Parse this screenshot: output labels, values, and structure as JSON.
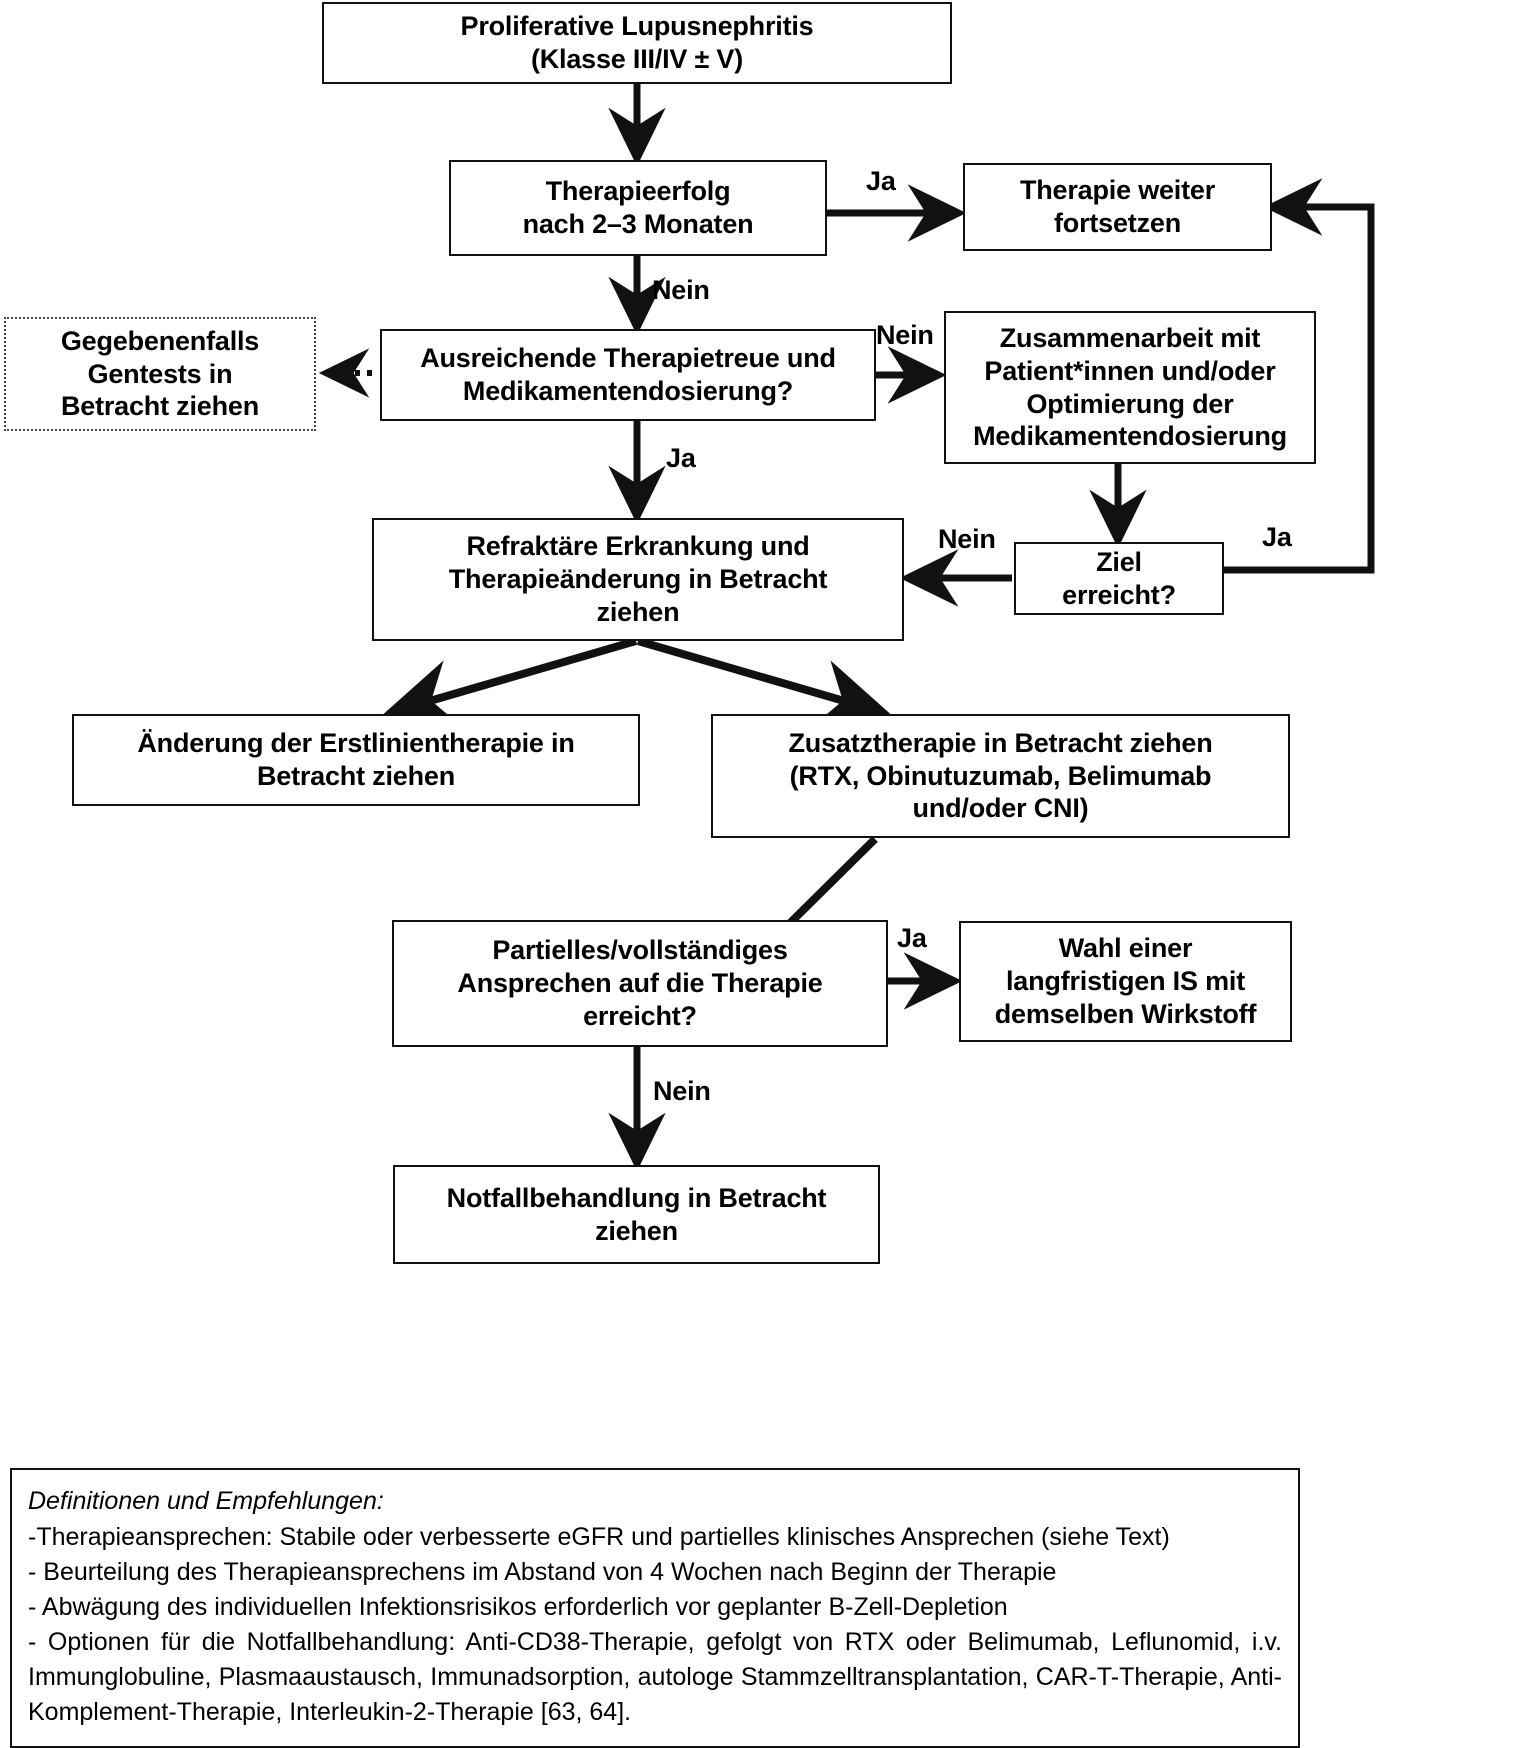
{
  "diagram": {
    "title": "Behandlungsalgorithmus proliferative Lupusnephritis",
    "nodes": {
      "start": "Proliferative Lupusnephritis\n(Klasse III/IV ± V)",
      "therapieerfolg": "Therapieerfolg\nnach 2–3 Monaten",
      "therapie_weiter": "Therapie weiter\nfortsetzen",
      "gentests": "Gegebenenfalls\nGentests in\nBetracht ziehen",
      "therapietreue": "Ausreichende Therapietreue und\nMedikamentendosierung?",
      "zusammenarbeit": "Zusammenarbeit mit\nPatient*innen und/oder\nOptimierung der\nMedikamentendosierung",
      "refraktaer": "Refraktäre Erkrankung und\nTherapieänderung in Betracht\nziehen",
      "ziel": "Ziel\nerreicht?",
      "erstlinie": "Änderung der Erstlinientherapie in\nBetracht ziehen",
      "zusatztherapie": "Zusatztherapie in Betracht ziehen\n(RTX, Obinutuzumab, Belimumab\nund/oder CNI)",
      "ansprechen": "Partielles/vollständiges\nAnsprechen auf die Therapie\nerreicht?",
      "langfristig": "Wahl einer\nlangfristigen IS mit\ndemselben Wirkstoff",
      "notfall": "Notfallbehandlung in Betracht\nziehen"
    },
    "edge_labels": {
      "ja_therapieerfolg": "Ja",
      "nein_therapieerfolg": "Nein",
      "nein_therapietreue": "Nein",
      "ja_therapietreue": "Ja",
      "nein_ziel": "Nein",
      "ja_ziel": "Ja",
      "ja_ansprechen": "Ja",
      "nein_ansprechen": "Nein"
    }
  },
  "notes": {
    "title": "Definitionen und Empfehlungen:",
    "lines": [
      "-Therapieansprechen: Stabile oder verbesserte eGFR und partielles klinisches Ansprechen (siehe Text)",
      "- Beurteilung des Therapieansprechens im Abstand von 4 Wochen nach Beginn der Therapie",
      "- Abwägung des individuellen Infektionsrisikos erforderlich vor geplanter B-Zell-Depletion",
      "- Optionen für die Notfallbehandlung: Anti-CD38-Therapie, gefolgt von RTX oder Belimumab, Leflunomid, i.v. Immunglobuline, Plasmaaustausch, Immunadsorption, autologe Stammzelltransplantation, CAR-T-Therapie, Anti-Komplement-Therapie, Interleukin-2-Therapie [63, 64]."
    ]
  },
  "colors": {
    "stroke": "#111111",
    "background": "#ffffff",
    "text": "#000000"
  }
}
